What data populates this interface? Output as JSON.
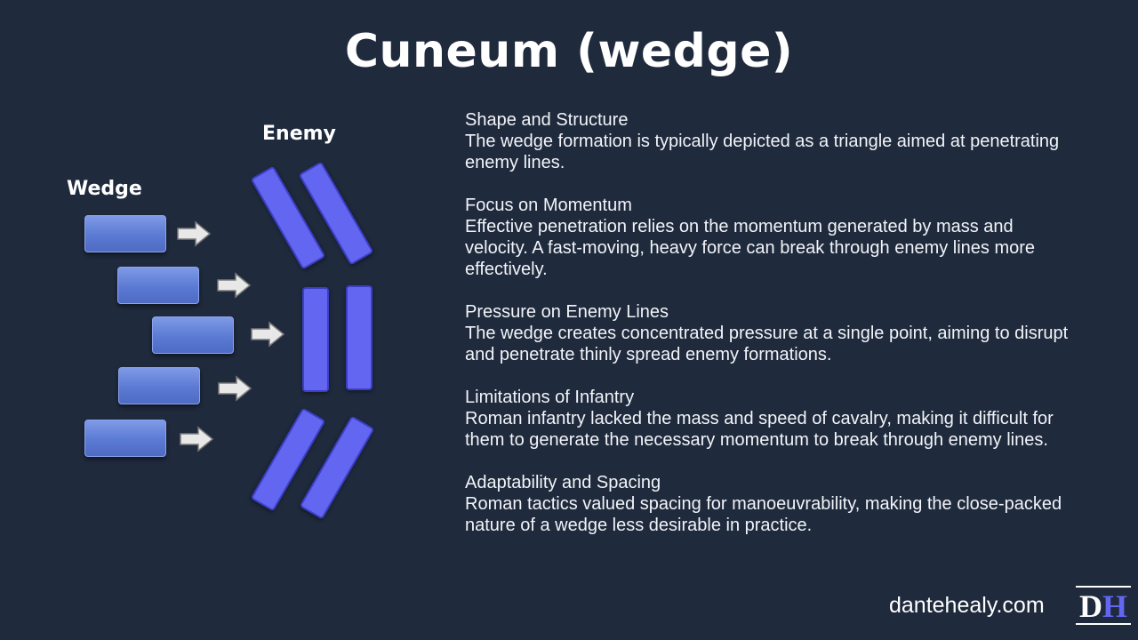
{
  "slide": {
    "title": "Cuneum (wedge)"
  },
  "diagram": {
    "wedge_label": "Wedge",
    "enemy_label": "Enemy",
    "colors": {
      "wedge_block": "#5b7ad3",
      "enemy_unit": "#6366f1",
      "arrow": "#e6e6e6"
    }
  },
  "sections": [
    {
      "heading": "Shape and Structure",
      "body": "The wedge formation is typically depicted as a triangle aimed at penetrating enemy lines."
    },
    {
      "heading": "Focus on Momentum",
      "body": "Effective penetration relies on the momentum generated by mass and velocity. A fast-moving, heavy force can break through enemy lines more effectively."
    },
    {
      "heading": "Pressure on Enemy Lines",
      "body": "The wedge creates concentrated pressure at a single point, aiming to disrupt and penetrate thinly spread enemy formations."
    },
    {
      "heading": "Limitations of Infantry",
      "body": "Roman infantry lacked the mass and speed of cavalry, making it difficult for them to generate the necessary momentum to break through enemy lines."
    },
    {
      "heading": "Adaptability and Spacing",
      "body": "Roman tactics valued spacing for manoeuvrability, making the close-packed nature of a wedge less desirable in practice."
    }
  ],
  "branding": {
    "website": "dantehealy.com",
    "logo_d": "D",
    "logo_h": "H"
  }
}
